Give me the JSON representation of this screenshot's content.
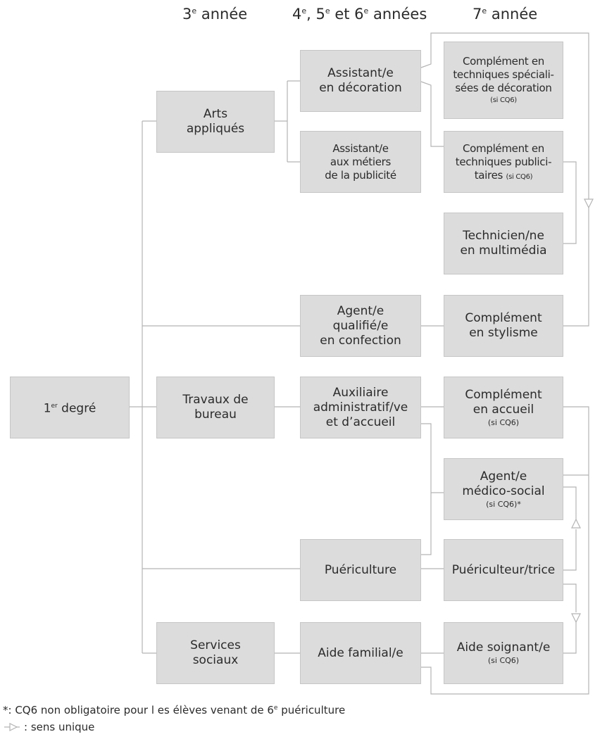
{
  "headers": {
    "col3": {
      "num": "3",
      "sup": "e",
      "rest": " année"
    },
    "col456": {
      "p1": "4",
      "s1": "e",
      "p2": ", 5",
      "s2": "e",
      "p3": " et 6",
      "s3": "e",
      "p4": " années"
    },
    "col7": {
      "num": "7",
      "sup": "e",
      "rest": " année"
    }
  },
  "boxes": {
    "premier_degre": {
      "num": "1",
      "sup": "er",
      "rest": " degré"
    },
    "arts_appliques": {
      "l1": "Arts",
      "l2": "appliqués"
    },
    "assistant_decoration": {
      "l1": "Assistant/e",
      "l2": "en décoration"
    },
    "assistant_publicite": {
      "l1": "Assistant/e",
      "l2": "aux métiers",
      "l3": "de la publicité"
    },
    "complement_decoration": {
      "l1": "Complément en",
      "l2": "techniques spéciali-",
      "l3": "sées de décoration",
      "note": "(si CQ6)"
    },
    "complement_publicitaires": {
      "l1": "Complément en",
      "l2": "techniques publici-",
      "l3": "taires",
      "note": "(si CQ6)"
    },
    "technicien_multimedia": {
      "l1": "Technicien/ne",
      "l2": "en multimédia"
    },
    "agent_confection": {
      "l1": "Agent/e",
      "l2": "qualifié/e",
      "l3": "en confection"
    },
    "complement_stylisme": {
      "l1": "Complément",
      "l2": "en stylisme"
    },
    "travaux_bureau": {
      "l1": "Travaux de",
      "l2": "bureau"
    },
    "auxiliaire_admin": {
      "l1": "Auxiliaire",
      "l2": "administratif/ve",
      "l3": "et d’accueil"
    },
    "complement_accueil": {
      "l1": "Complément",
      "l2": "en accueil",
      "note": "(si CQ6)"
    },
    "agent_medico_social": {
      "l1": "Agent/e",
      "l2": "médico-social",
      "note": "(si CQ6)*"
    },
    "puericulture": {
      "l1": "Puériculture"
    },
    "puericulteur": {
      "l1": "Puériculteur/trice"
    },
    "services_sociaux": {
      "l1": "Services",
      "l2": "sociaux"
    },
    "aide_familial": {
      "l1": "Aide familial/e"
    },
    "aide_soignant": {
      "l1": "Aide soignant/e",
      "note": "(si CQ6)"
    }
  },
  "footnote": {
    "prefix": "*: CQ6 non obligatoire pour l es élèves venant de 6",
    "sup": "e",
    "suffix": " puériculture"
  },
  "legend": {
    "text": ": sens unique"
  },
  "colors": {
    "box": "#dcdcdc",
    "line": "#b4b4b4",
    "text": "#2b2b2b"
  }
}
